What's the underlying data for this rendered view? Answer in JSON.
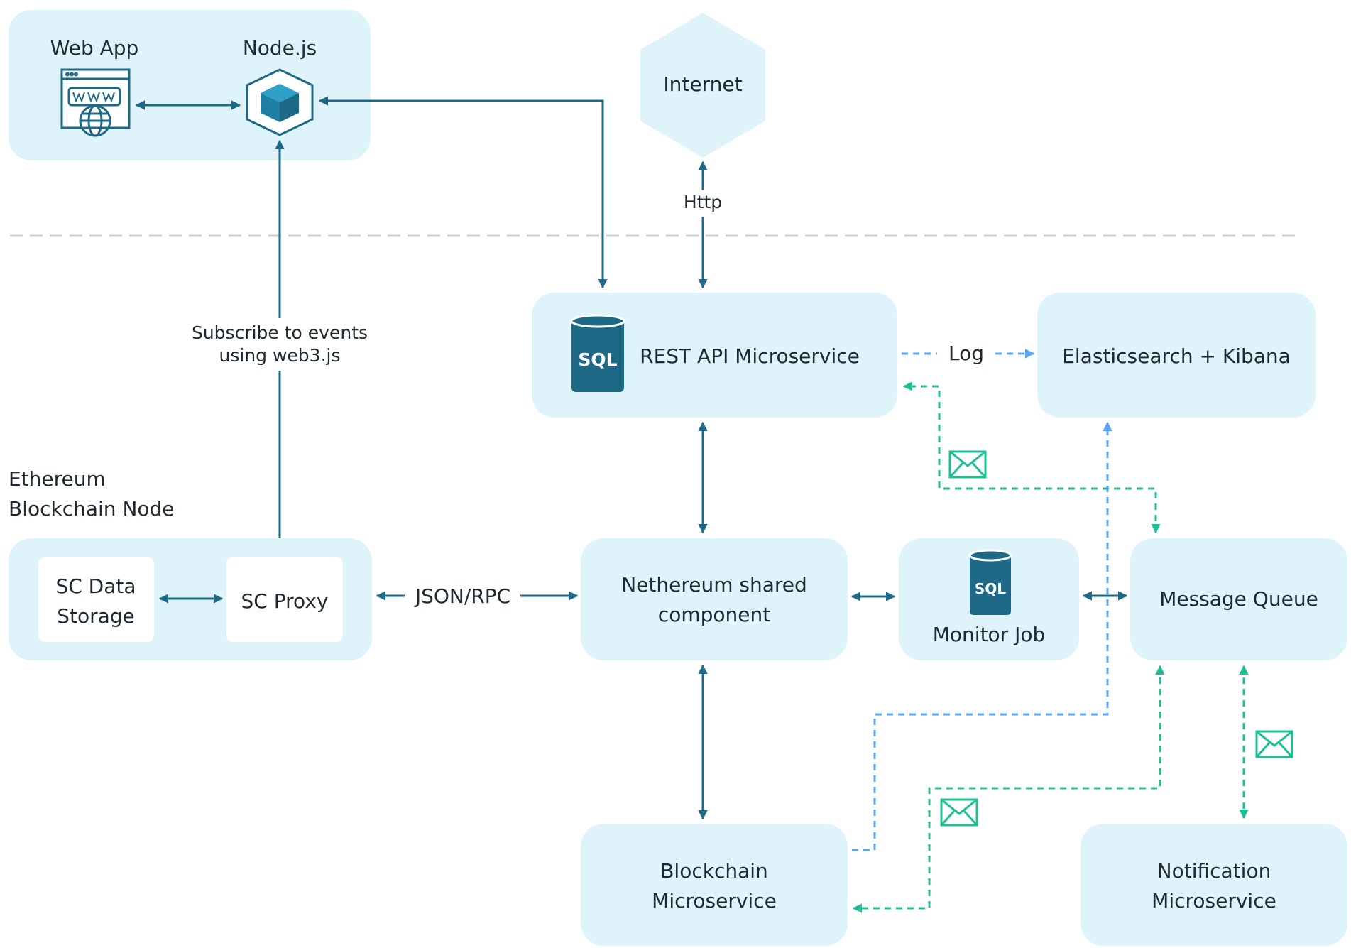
{
  "top": {
    "web_app": "Web App",
    "nodejs": "Node.js",
    "internet": "Internet",
    "http": "Http",
    "subscribe_line1": "Subscribe to events",
    "subscribe_line2": "using web3.js"
  },
  "ethereum": {
    "title_line1": "Ethereum",
    "title_line2": "Blockchain Node",
    "sc_data_line1": "SC Data",
    "sc_data_line2": "Storage",
    "sc_proxy": "SC Proxy"
  },
  "services": {
    "rest_api": "REST API Microservice",
    "rest_api_icon": "SQL",
    "log": "Log",
    "elastic": "Elasticsearch + Kibana",
    "json_rpc": "JSON/RPC",
    "nethereum_line1": "Nethereum shared",
    "nethereum_line2": "component",
    "monitor_job": "Monitor Job",
    "monitor_icon": "SQL",
    "message_queue": "Message Queue",
    "blockchain_line1": "Blockchain",
    "blockchain_line2": "Microservice",
    "notification_line1": "Notification",
    "notification_line2": "Microservice"
  },
  "colors": {
    "box_fill": "#dff3fb",
    "solid_arrow": "#1e6a86",
    "message_dashed": "#1fbf95",
    "log_dashed": "#5aa6f0",
    "database_icon": "#1e6a86"
  },
  "icons": [
    "www-browser-icon",
    "nodejs-cube-icon",
    "database-icon",
    "envelope-icon"
  ]
}
